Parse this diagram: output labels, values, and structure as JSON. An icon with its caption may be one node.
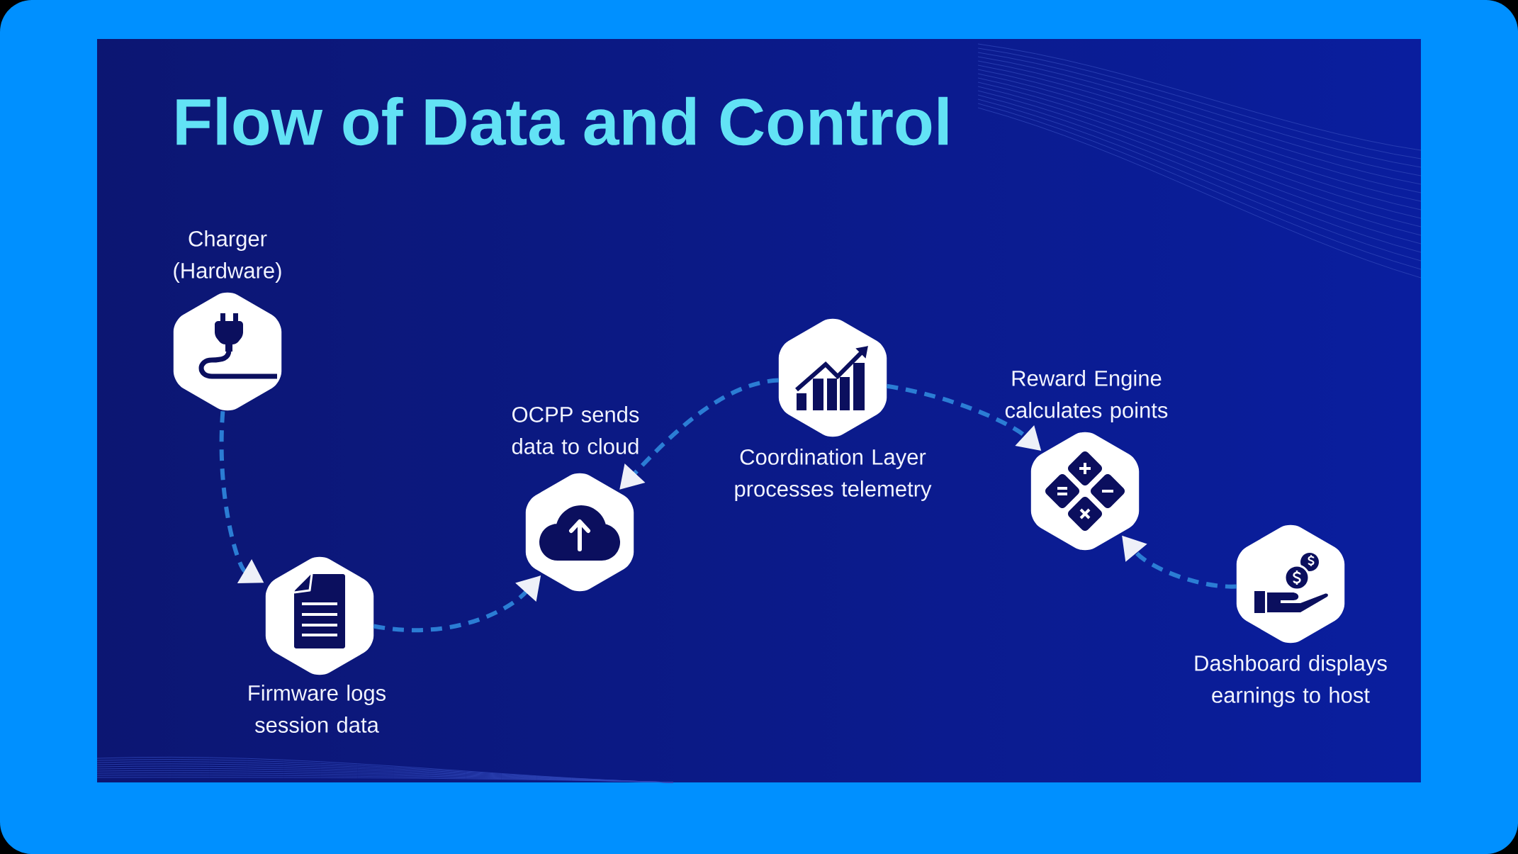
{
  "diagram": {
    "title": "Flow of Data and Control",
    "nodes": [
      {
        "text": [
          "Charger (Hardware)"
        ]
      },
      {
        "text": [
          "Firmware logs session data"
        ]
      },
      {
        "text": [
          "OCPP sends data to cloud"
        ]
      },
      {
        "text": [
          "Coordination Layer processes telemetry"
        ]
      },
      {
        "text": [
          "Reward Engine calculates points"
        ]
      },
      {
        "text": [
          "Dashboard displays earnings to host"
        ]
      }
    ],
    "edges": [
      {
        "from": 0,
        "to": 1,
        "arrow": "to"
      },
      {
        "from": 1,
        "to": 2,
        "arrow": "to"
      },
      {
        "from": 3,
        "to": 2,
        "arrow": "to"
      },
      {
        "from": 3,
        "to": 4,
        "arrow": "to"
      },
      {
        "from": 5,
        "to": 4,
        "arrow": "to"
      }
    ]
  }
}
